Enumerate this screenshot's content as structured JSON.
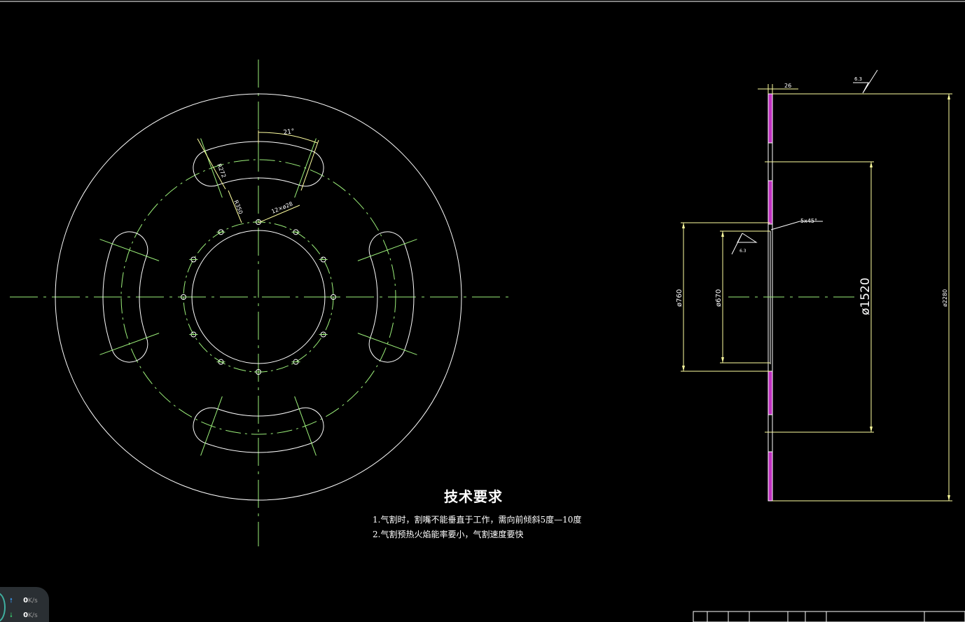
{
  "drawing": {
    "dimensions": {
      "angle": "21°",
      "slot_radius_outer": "R272",
      "slot_radius_inner": "R350",
      "bolt_holes": "12×ø28",
      "thickness": "26",
      "chamfer": "5x45°",
      "roughness_top": "6.3",
      "roughness_hub": "6.3",
      "dia_hub_outer": "ø760",
      "dia_hub_inner": "ø670",
      "dia_mid": "ø1520",
      "dia_outer": "ø2280"
    },
    "colors": {
      "outline": "#ffffff",
      "dimension": "#ffffa0",
      "centerline": "#9cf07a",
      "hatch": "#c030c0"
    }
  },
  "tech": {
    "title": "技术要求",
    "line1": "1.气割时，割嘴不能垂直于工作，需向前倾斜5度—10度",
    "line2": "2.气割预热火焰能率要小，气割速度要快"
  },
  "net_monitor": {
    "upload_value": "0",
    "download_value": "0",
    "unit": "K/s"
  }
}
